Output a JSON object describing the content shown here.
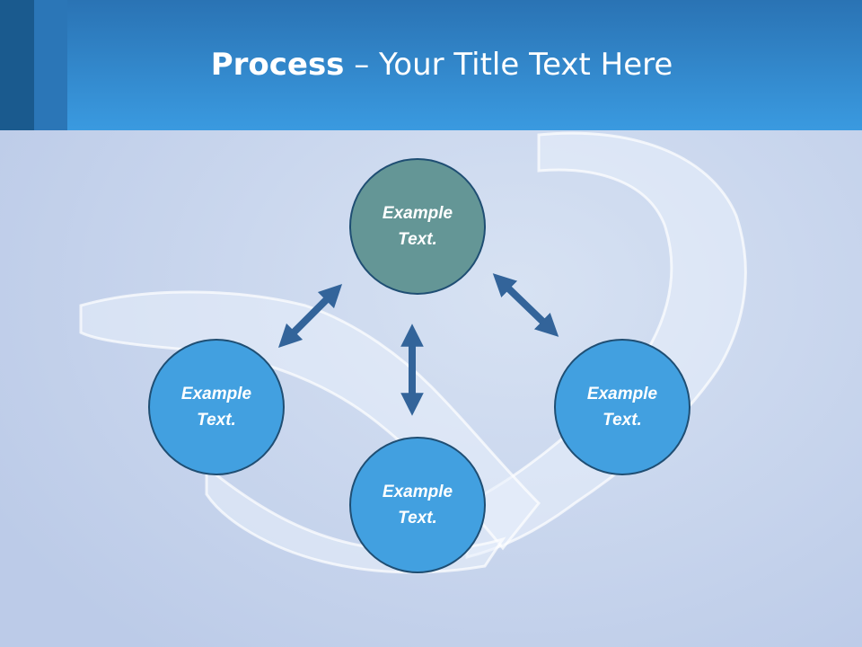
{
  "header": {
    "title_bold": "Process",
    "title_rest": " – Your Title Text Here"
  },
  "diagram": {
    "nodes": [
      {
        "id": "top",
        "line1": "Example",
        "line2": "Text."
      },
      {
        "id": "left",
        "line1": "Example",
        "line2": "Text."
      },
      {
        "id": "right",
        "line1": "Example",
        "line2": "Text."
      },
      {
        "id": "bottom",
        "line1": "Example",
        "line2": "Text."
      }
    ]
  },
  "colors": {
    "header_top": "#2a73b4",
    "header_bottom": "#3a9ae0",
    "top_node": "#649696",
    "blue_node": "#42a0e0",
    "node_border": "#1f4e73",
    "arrow": "#33649a",
    "background": "#c3d0ea"
  }
}
